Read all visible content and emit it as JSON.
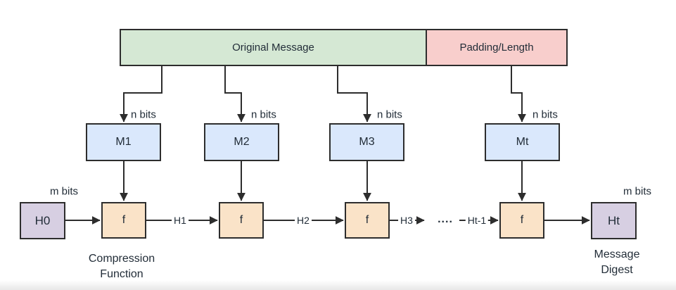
{
  "diagram": {
    "title_semantic": "Merkle-Damgard hash construction",
    "message_bar": {
      "original_message": "Original Message",
      "padding_length": "Padding/Length"
    },
    "message_blocks": [
      {
        "label": "M1",
        "bits": "n bits"
      },
      {
        "label": "M2",
        "bits": "n bits"
      },
      {
        "label": "M3",
        "bits": "n bits"
      },
      {
        "label": "Mt",
        "bits": "n bits"
      }
    ],
    "compression_boxes": [
      "f",
      "f",
      "f",
      "f"
    ],
    "chain_labels": {
      "h1": "H1",
      "h2": "H2",
      "h3": "H3",
      "dots": "....",
      "ht_minus_1": "Ht-1"
    },
    "initial_value": {
      "label": "H0",
      "bits": "m bits"
    },
    "digest": {
      "label": "Ht",
      "bits": "m bits"
    },
    "captions": {
      "compression_function_line1": "Compression",
      "compression_function_line2": "Function",
      "message_digest_line1": "Message",
      "message_digest_line2": "Digest"
    },
    "colors": {
      "message_fill": "#d5e8d4",
      "padding_fill": "#f8cecc",
      "block_fill": "#dae8fc",
      "function_fill": "#fae3c8",
      "state_fill": "#d7cfe2",
      "stroke": "#2d2d2d",
      "text": "#222d38"
    }
  }
}
